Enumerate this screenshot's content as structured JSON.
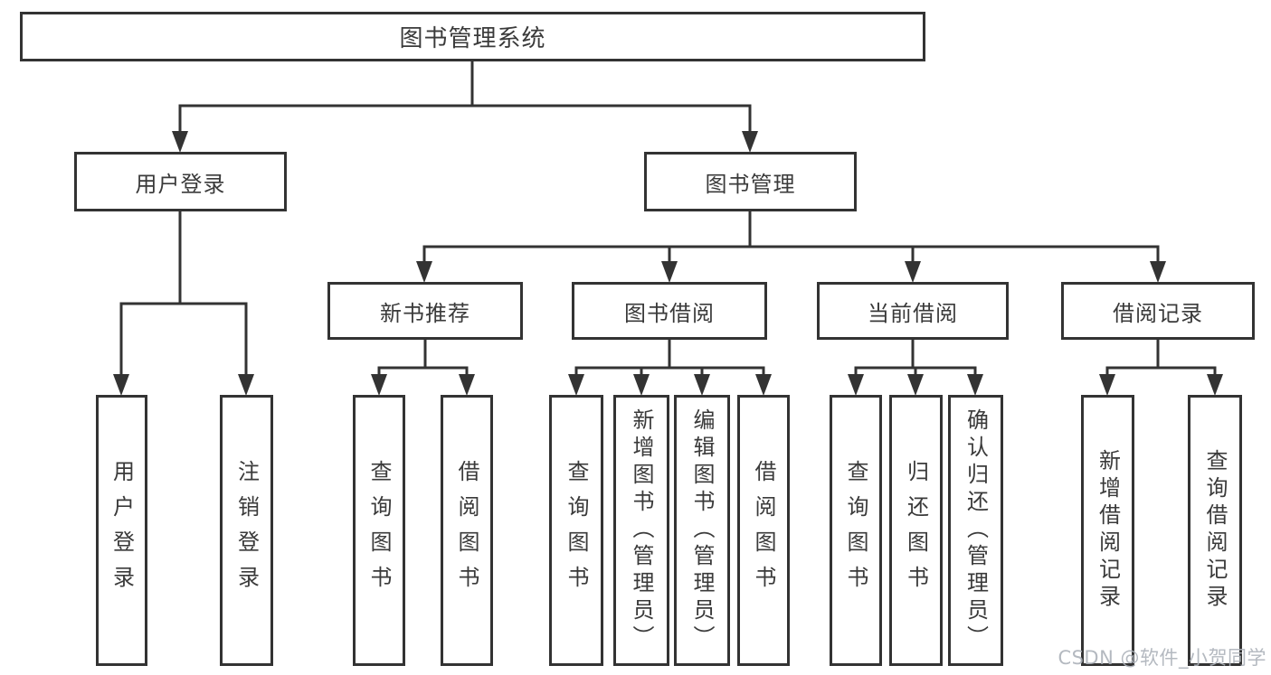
{
  "tree": {
    "root": "图书管理系统",
    "branches": [
      {
        "label": "用户登录",
        "children": [
          "用户登录",
          "注销登录"
        ]
      },
      {
        "label": "图书管理",
        "groups": [
          {
            "label": "新书推荐",
            "children": [
              "查询图书",
              "借阅图书"
            ]
          },
          {
            "label": "图书借阅",
            "children": [
              "查询图书",
              "新增图书（管理员）",
              "编辑图书（管理员）",
              "借阅图书"
            ]
          },
          {
            "label": "当前借阅",
            "children": [
              "查询图书",
              "归还图书",
              "确认归还（管理员）"
            ]
          },
          {
            "label": "借阅记录",
            "children": [
              "新增借阅记录",
              "查询借阅记录"
            ]
          }
        ]
      }
    ]
  },
  "watermark": "CSDN @软件_小贺同学",
  "colors": {
    "line": "#333333",
    "text": "#3a3a3a",
    "background": "#ffffff",
    "watermark": "#acb1b9"
  }
}
